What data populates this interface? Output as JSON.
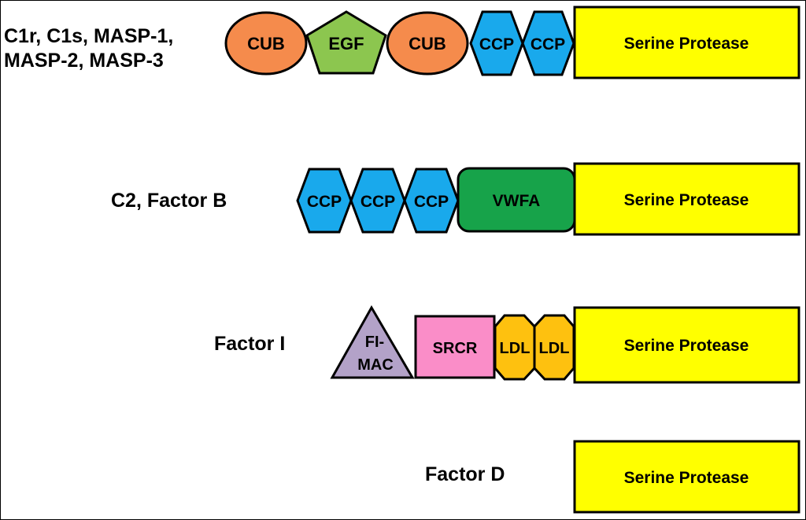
{
  "colors": {
    "cub": "#F58B4C",
    "egf": "#8CC64F",
    "ccp": "#19A9EC",
    "vwfa": "#17A34A",
    "serine_protease": "#FFFF00",
    "fimac": "#B3A2C8",
    "srcr": "#FA8DC8",
    "ldl": "#FEC10F",
    "outline": "#000000"
  },
  "rows": [
    {
      "label_line1": "C1r, C1s, MASP-1,",
      "label_line2": "MASP-2, MASP-3",
      "domains": [
        "CUB",
        "EGF",
        "CUB",
        "CCP",
        "CCP",
        "Serine Protease"
      ]
    },
    {
      "label": "C2, Factor B",
      "domains": [
        "CCP",
        "CCP",
        "CCP",
        "VWFA",
        "Serine Protease"
      ]
    },
    {
      "label": "Factor I",
      "domains": [
        "FI-",
        "MAC",
        "SRCR",
        "LDL",
        "LDL",
        "Serine Protease"
      ]
    },
    {
      "label": "Factor D",
      "domains": [
        "Serine Protease"
      ]
    }
  ]
}
